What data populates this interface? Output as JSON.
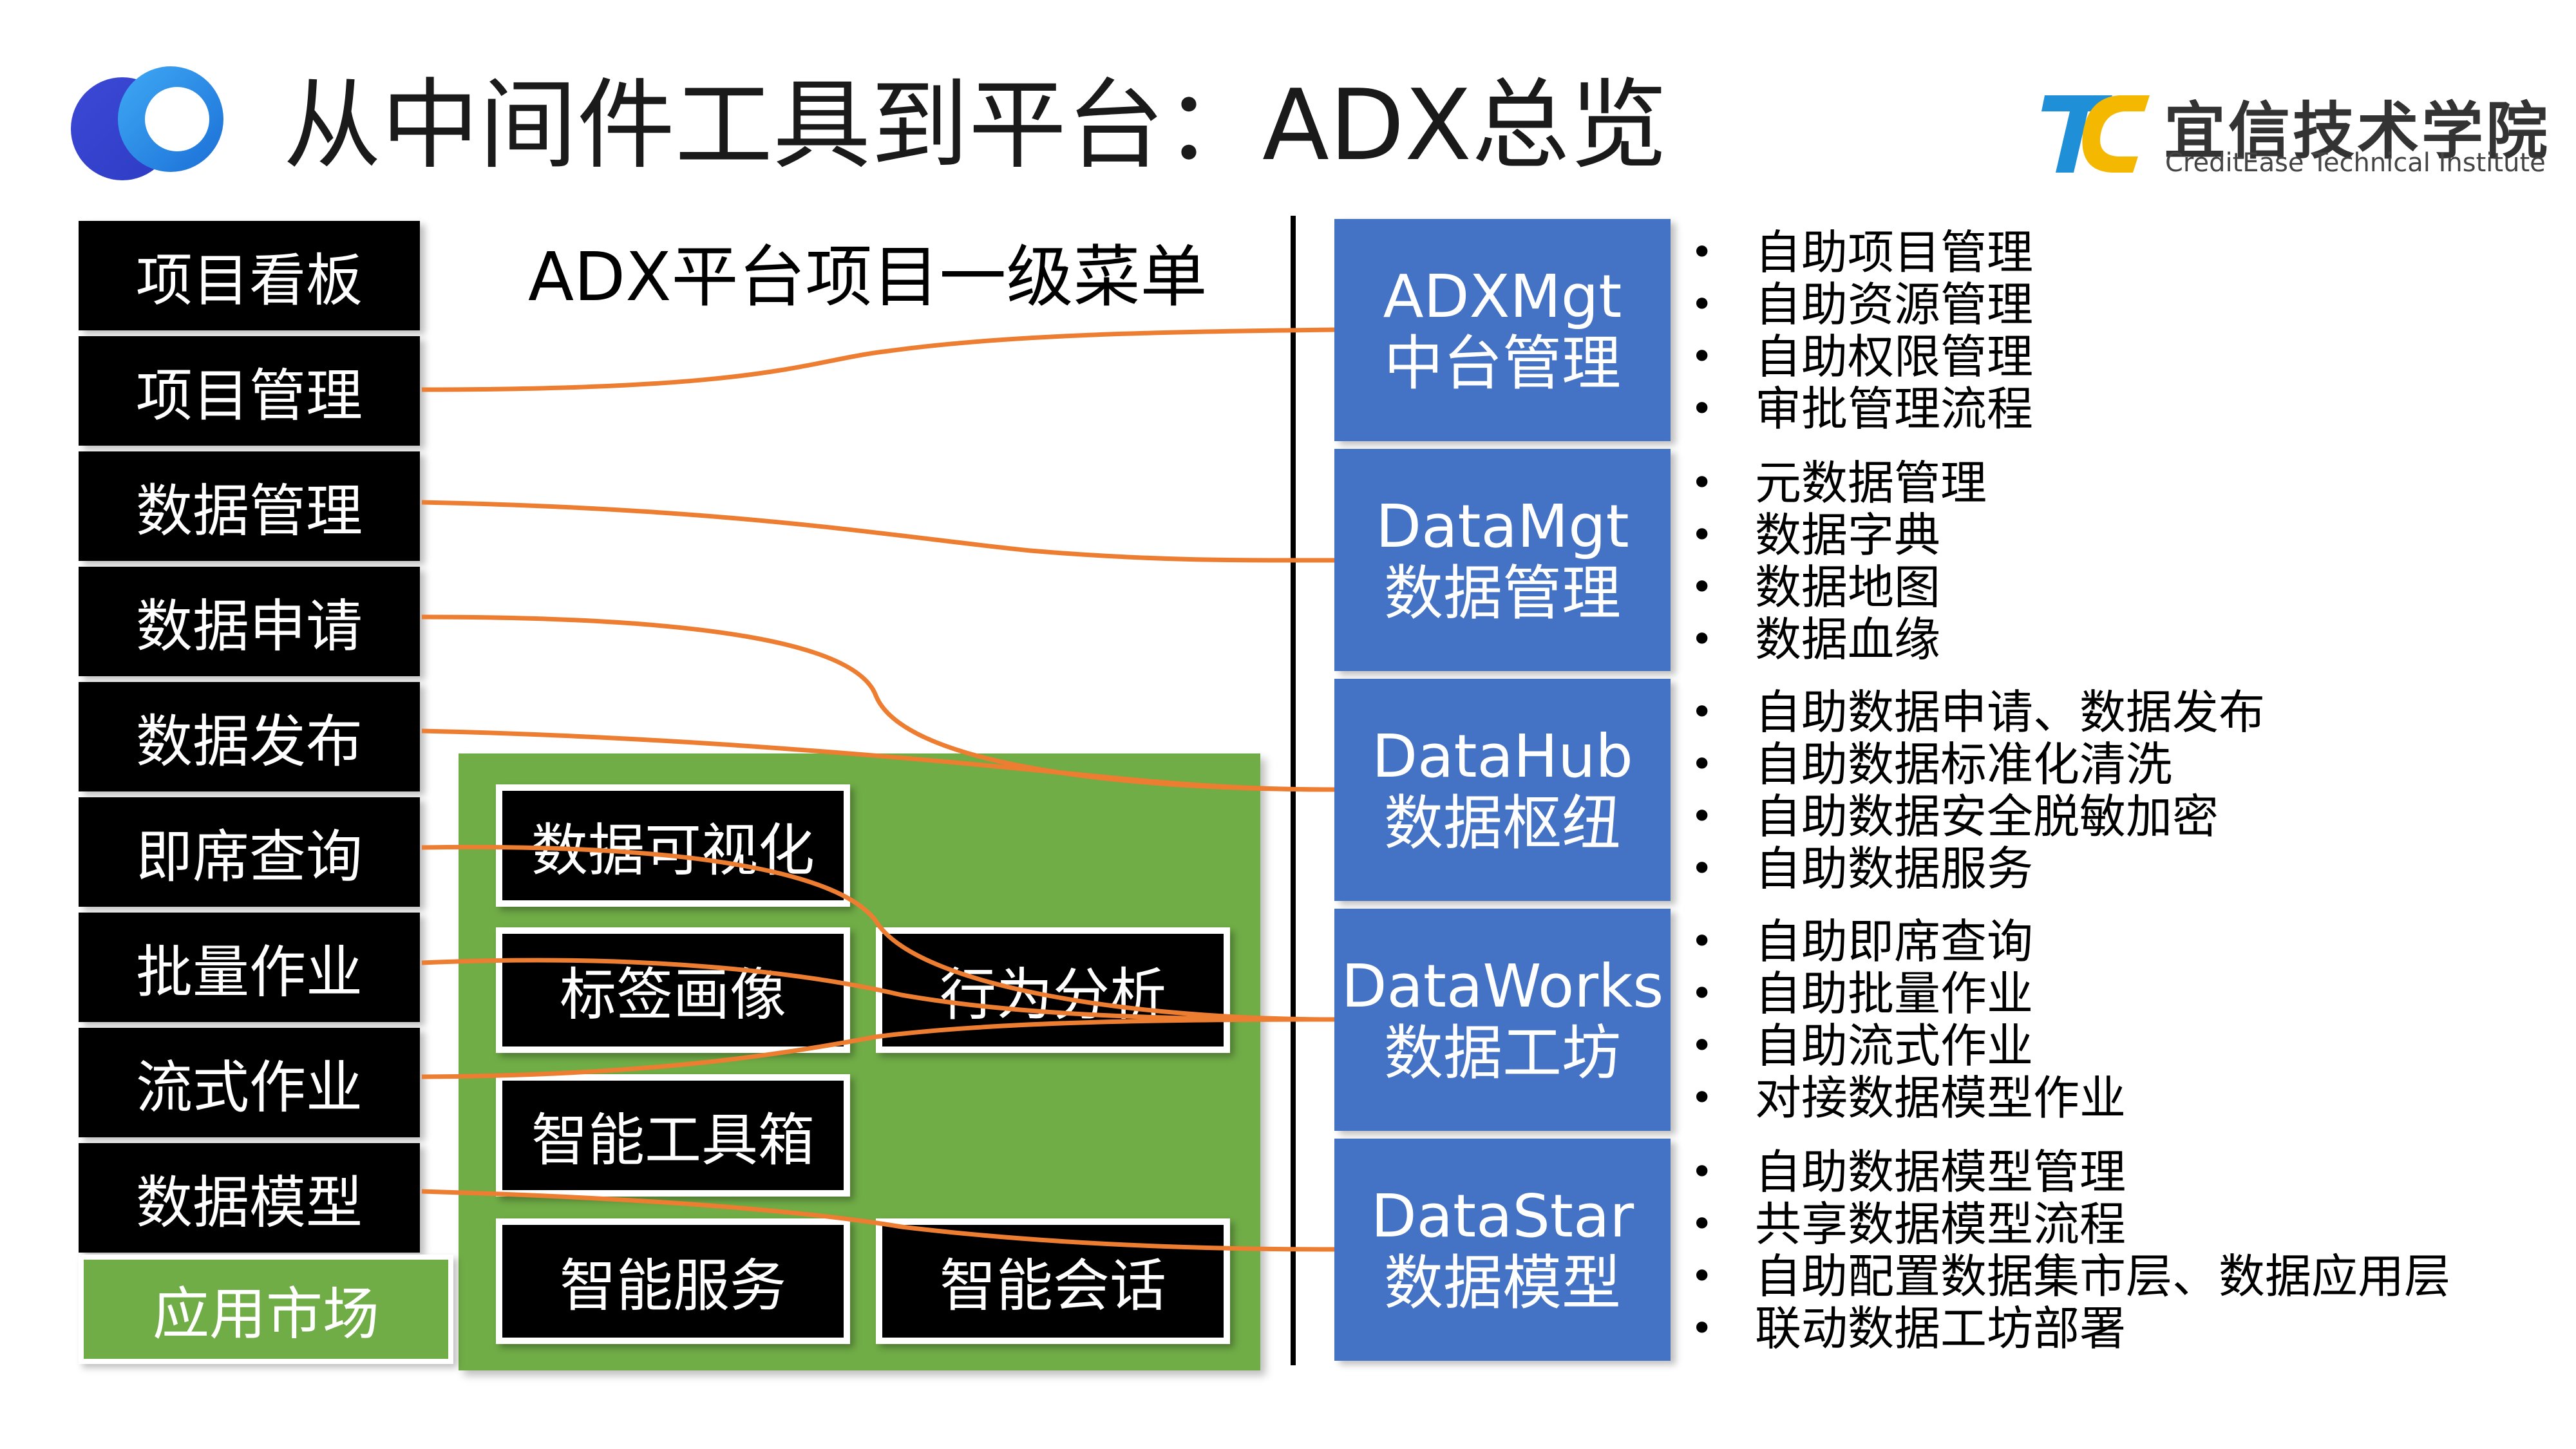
{
  "header": {
    "title": "从中间件工具到平台：ADX总览",
    "brand_cn": "宜信技术学院",
    "brand_en": "CreditEase Technical Institute",
    "brand_logo_text": "TC"
  },
  "submenu_title": "ADX平台项目一级菜单",
  "menu": [
    "项目看板",
    "项目管理",
    "数据管理",
    "数据申请",
    "数据发布",
    "即席查询",
    "批量作业",
    "流式作业",
    "数据模型"
  ],
  "app_market": {
    "label": "应用市场",
    "items": [
      "数据可视化",
      "标签画像",
      "行为分析",
      "智能工具箱",
      "智能服务",
      "智能会话"
    ]
  },
  "modules": [
    {
      "en": "ADXMgt",
      "cn": "中台管理",
      "features": [
        "自助项目管理",
        "自助资源管理",
        "自助权限管理",
        "审批管理流程"
      ]
    },
    {
      "en": "DataMgt",
      "cn": "数据管理",
      "features": [
        "元数据管理",
        "数据字典",
        "数据地图",
        "数据血缘"
      ]
    },
    {
      "en": "DataHub",
      "cn": "数据枢纽",
      "features": [
        "自助数据申请、数据发布",
        "自助数据标准化清洗",
        "自助数据安全脱敏加密",
        "自助数据服务"
      ]
    },
    {
      "en": "DataWorks",
      "cn": "数据工坊",
      "features": [
        "自助即席查询",
        "自助批量作业",
        "自助流式作业",
        "对接数据模型作业"
      ]
    },
    {
      "en": "DataStar",
      "cn": "数据模型",
      "features": [
        "自助数据模型管理",
        "共享数据模型流程",
        "自助配置数据集市层、数据应用层",
        "联动数据工坊部署"
      ]
    }
  ],
  "colors": {
    "module_blue": "#4472c4",
    "market_green": "#70ad47",
    "connector_orange": "#ed7d31",
    "menu_black": "#000000"
  }
}
